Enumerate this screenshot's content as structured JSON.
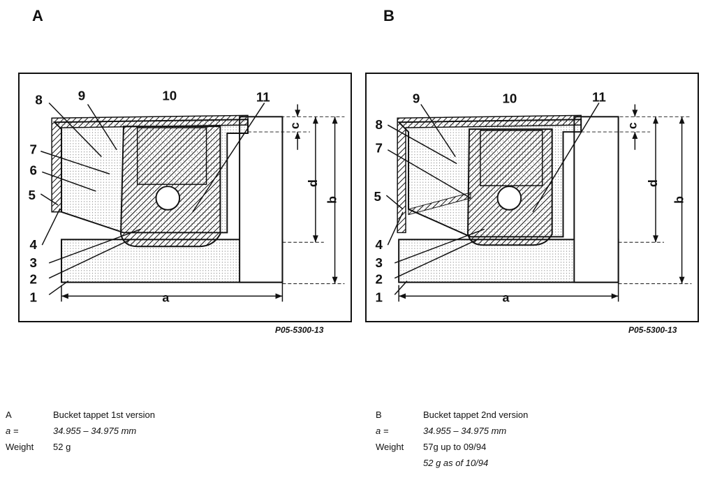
{
  "panels": [
    {
      "letter": "A",
      "fig_code": "P05-5300-13",
      "callouts": [
        "1",
        "2",
        "3",
        "4",
        "5",
        "6",
        "7",
        "8",
        "9",
        "10",
        "11"
      ],
      "dims": {
        "a": "a",
        "b": "b",
        "c": "c",
        "d": "d"
      }
    },
    {
      "letter": "B",
      "fig_code": "P05-5300-13",
      "callouts": [
        "1",
        "2",
        "3",
        "4",
        "5",
        "7",
        "8",
        "9",
        "10",
        "11"
      ],
      "dims": {
        "a": "a",
        "b": "b",
        "c": "c",
        "d": "d"
      }
    }
  ],
  "legend_a": {
    "key1": "A",
    "val1": "Bucket tappet 1st version",
    "key2": "a  =",
    "val2": "34.955 – 34.975 mm",
    "key3": "Weight",
    "val3": "52 g"
  },
  "legend_b": {
    "key1": "B",
    "val1": "Bucket tappet 2nd version",
    "key2": "a  =",
    "val2": "34.955 – 34.975 mm",
    "key3": "Weight",
    "val3": "57g up to 09/94",
    "val4": "52 g as of 10/94"
  }
}
